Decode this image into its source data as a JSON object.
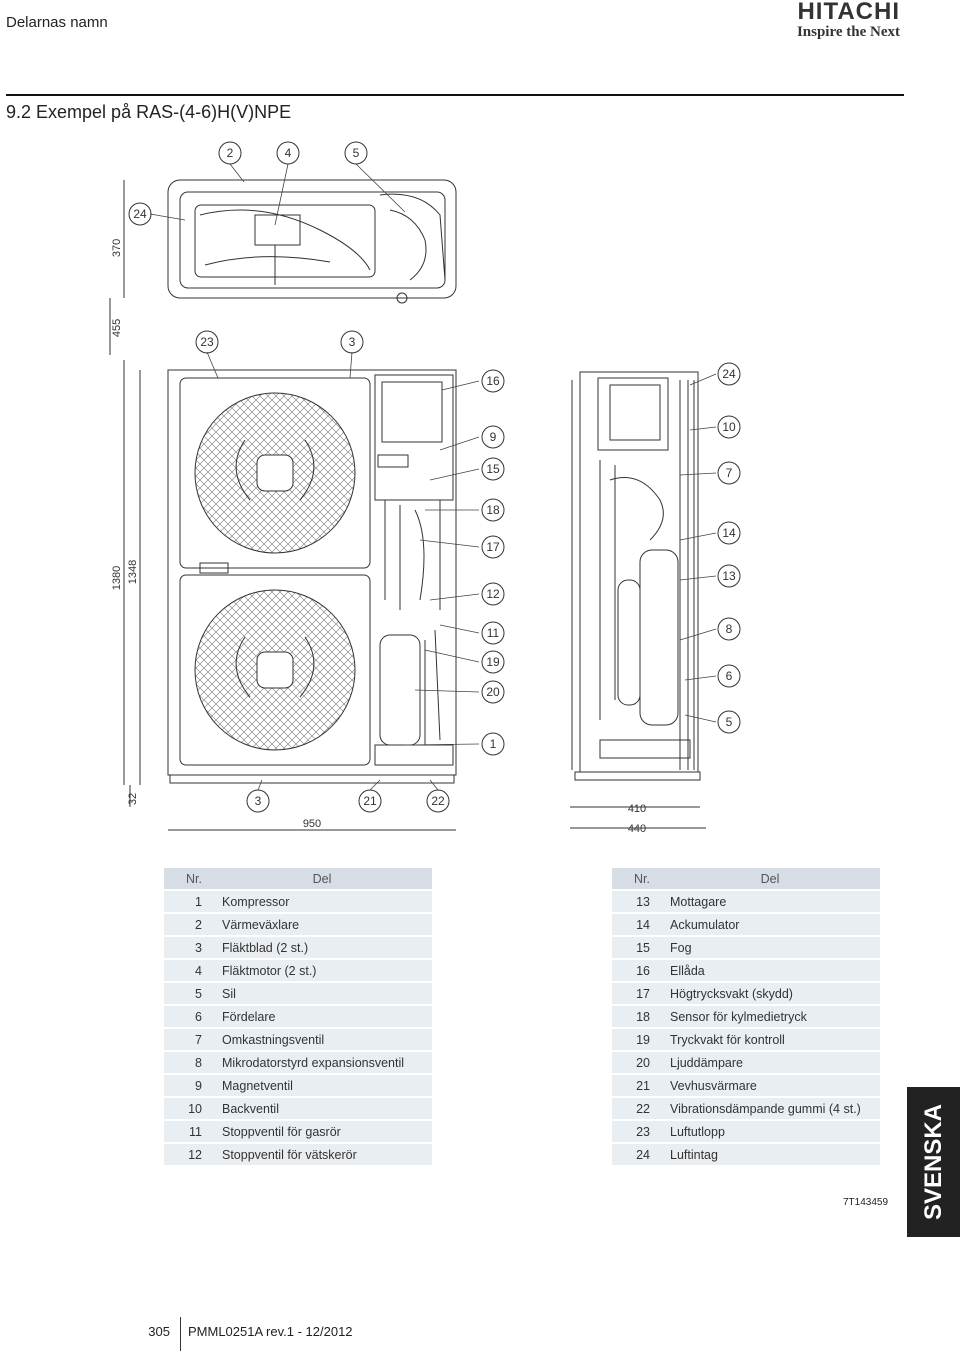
{
  "header": {
    "title": "Delarnas namn"
  },
  "logo": {
    "brand": "HITACHI",
    "tagline": "Inspire the Next"
  },
  "section_title": "9.2 Exempel på RAS-(4-6)H(V)NPE",
  "dimensions": {
    "d370": "370",
    "d455": "455",
    "d1380": "1380",
    "d1348": "1348",
    "d32": "32",
    "d950": "950",
    "d410": "410",
    "d440": "440"
  },
  "callouts": {
    "c2": "2",
    "c4": "4",
    "c5top": "5",
    "c24top": "24",
    "c23": "23",
    "c3top": "3",
    "c16": "16",
    "c9": "9",
    "c15": "15",
    "c18": "18",
    "c17": "17",
    "c12": "12",
    "c11": "11",
    "c19": "19",
    "c20": "20",
    "c1": "1",
    "c3bot": "3",
    "c21": "21",
    "c22": "22",
    "c24side": "24",
    "c10": "10",
    "c7": "7",
    "c14": "14",
    "c13": "13",
    "c8": "8",
    "c6": "6",
    "c5side": "5"
  },
  "table": {
    "col_nr": "Nr.",
    "col_del": "Del",
    "left_rows": [
      {
        "nr": "1",
        "del": "Kompressor"
      },
      {
        "nr": "2",
        "del": "Värmeväxlare"
      },
      {
        "nr": "3",
        "del": "Fläktblad (2 st.)"
      },
      {
        "nr": "4",
        "del": "Fläktmotor (2 st.)"
      },
      {
        "nr": "5",
        "del": "Sil"
      },
      {
        "nr": "6",
        "del": "Fördelare"
      },
      {
        "nr": "7",
        "del": "Omkastningsventil"
      },
      {
        "nr": "8",
        "del": "Mikrodatorstyrd expansionsventil"
      },
      {
        "nr": "9",
        "del": "Magnetventil"
      },
      {
        "nr": "10",
        "del": "Backventil"
      },
      {
        "nr": "11",
        "del": "Stoppventil för gasrör"
      },
      {
        "nr": "12",
        "del": "Stoppventil för vätskerör"
      }
    ],
    "right_rows": [
      {
        "nr": "13",
        "del": "Mottagare"
      },
      {
        "nr": "14",
        "del": "Ackumulator"
      },
      {
        "nr": "15",
        "del": "Fog"
      },
      {
        "nr": "16",
        "del": "Ellåda"
      },
      {
        "nr": "17",
        "del": "Högtrycksvakt (skydd)"
      },
      {
        "nr": "18",
        "del": "Sensor för kylmedietryck"
      },
      {
        "nr": "19",
        "del": "Tryckvakt för kontroll"
      },
      {
        "nr": "20",
        "del": "Ljuddämpare"
      },
      {
        "nr": "21",
        "del": "Vevhusvärmare"
      },
      {
        "nr": "22",
        "del": "Vibrationsdämpande gummi (4 st.)"
      },
      {
        "nr": "23",
        "del": "Luftutlopp"
      },
      {
        "nr": "24",
        "del": "Luftintag"
      }
    ]
  },
  "doc_code": "7T143459",
  "language_tab": "SVENSKA",
  "footer": {
    "page": "305",
    "ref": "PMML0251A rev.1 - 12/2012"
  }
}
